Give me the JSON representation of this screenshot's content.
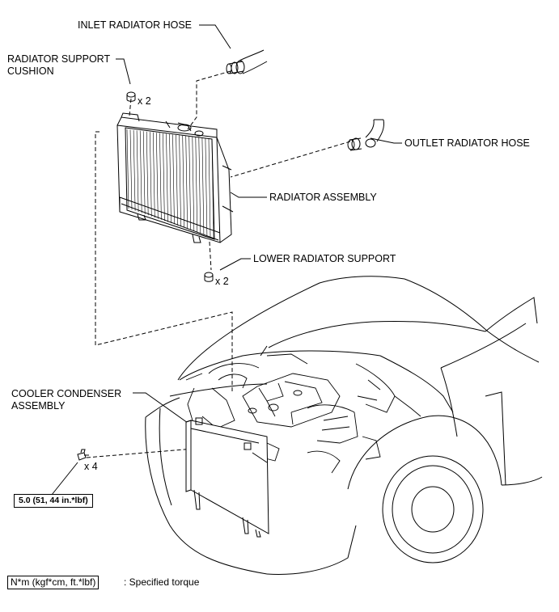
{
  "labels": {
    "inlet_hose": "INLET RADIATOR HOSE",
    "support_cushion_1": "RADIATOR SUPPORT",
    "support_cushion_2": "CUSHION",
    "outlet_hose": "OUTLET RADIATOR HOSE",
    "radiator_assembly": "RADIATOR ASSEMBLY",
    "lower_support": "LOWER RADIATOR SUPPORT",
    "condenser_1": "COOLER CONDENSER",
    "condenser_2": "ASSEMBLY"
  },
  "quantities": {
    "cushion_qty": "x 2",
    "lower_support_qty": "x 2",
    "bolt_qty": "x 4"
  },
  "torque": {
    "bolt_torque": "5.0 (51, 44 in.*lbf)"
  },
  "legend": {
    "unit_box": "N*m (kgf*cm, ft.*lbf)",
    "description": ": Specified torque"
  }
}
